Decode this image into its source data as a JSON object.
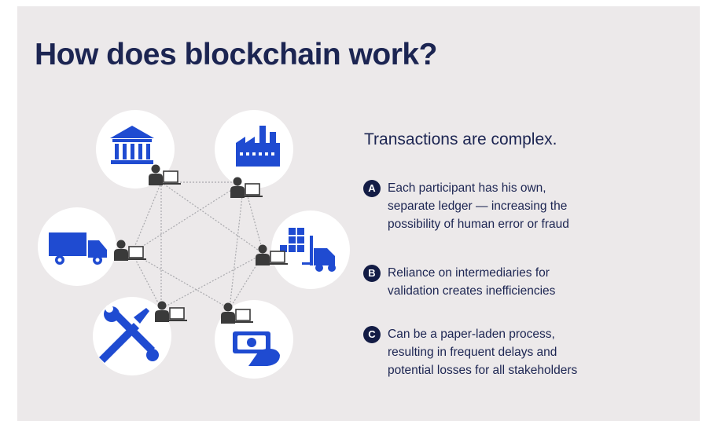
{
  "title": "How does blockchain work?",
  "subtitle": "Transactions are complex.",
  "points": [
    {
      "badge": "A",
      "lines": [
        "Each participant has his own,",
        "separate ledger — increasing the",
        "possibility of human error or fraud"
      ]
    },
    {
      "badge": "B",
      "lines": [
        "Reliance on intermediaries for",
        "validation creates inefficiencies"
      ]
    },
    {
      "badge": "C",
      "lines": [
        "Can be a paper-laden process,",
        "resulting in frequent delays and",
        "potential losses for all stakeholders"
      ]
    }
  ],
  "participants": [
    {
      "name": "bank",
      "icon": "bank-icon"
    },
    {
      "name": "factory",
      "icon": "factory-icon"
    },
    {
      "name": "truck",
      "icon": "truck-icon"
    },
    {
      "name": "warehouse",
      "icon": "forklift-boxes-icon"
    },
    {
      "name": "tools",
      "icon": "wrench-screwdriver-icon"
    },
    {
      "name": "money",
      "icon": "cash-hand-icon"
    }
  ],
  "colors": {
    "background": "#ece9ea",
    "title": "#1c2552",
    "icon_blue": "#1f4bd1",
    "person": "#3a3a3a",
    "badge": "#131c45"
  }
}
